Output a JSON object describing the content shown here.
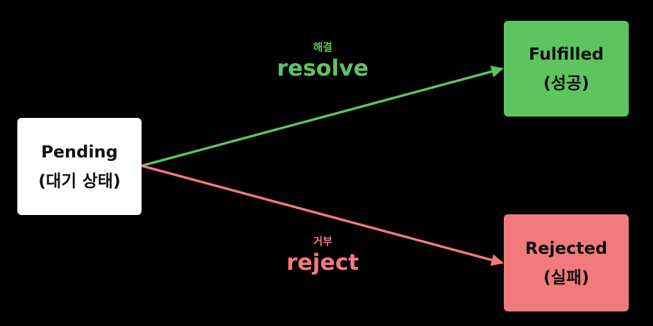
{
  "colors": {
    "background": "#000000",
    "pending": "#ffffff",
    "fulfilled": "#5ec460",
    "rejected": "#f27a7c",
    "resolve_arrow": "#5ec460",
    "reject_arrow": "#f27a7c"
  },
  "nodes": {
    "pending": {
      "title": "Pending",
      "subtitle": "(대기 상태)"
    },
    "fulfilled": {
      "title": "Fulfilled",
      "subtitle": "(성공)"
    },
    "rejected": {
      "title": "Rejected",
      "subtitle": "(실패)"
    }
  },
  "edges": {
    "resolve": {
      "korean": "해결",
      "english": "resolve"
    },
    "reject": {
      "korean": "거부",
      "english": "reject"
    }
  }
}
